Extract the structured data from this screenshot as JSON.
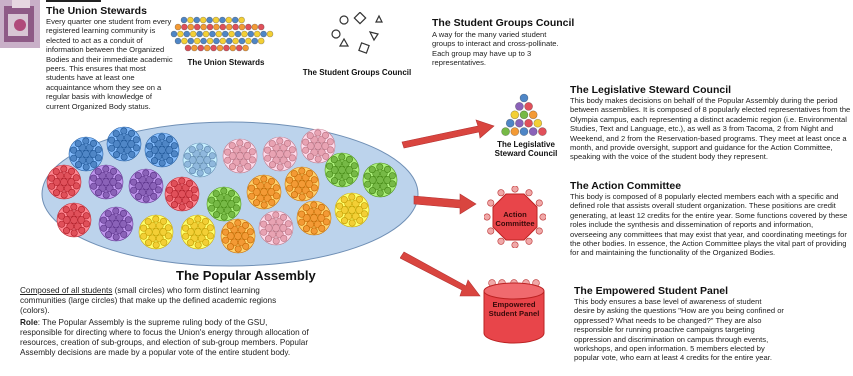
{
  "union_stewards": {
    "title": "The Union Stewards",
    "body": "Every quarter one student from every registered learning community is elected to act as a conduit of information between the Organized Bodies and their immediate academic peers. This ensures that most students have at least one acquaintance whom they see on a regular basis with knowledge of current Organized Body status.",
    "icon_label": "The Union Stewards"
  },
  "student_groups_council": {
    "title": "The Student Groups Council",
    "body": "A way for the many varied student groups to interact and cross-pollinate. Each group may have up to 3 representatives.",
    "icon_label": "The Student Groups Council"
  },
  "legislative_steward_council": {
    "title": "The Legislative Steward Council",
    "body": "This body makes decisions on behalf of the Popular Assembly during the period between assemblies. It is composed of 8 popularly elected representatives from the Olympia campus, each representing a distinct academic region (i.e. Environmental Studies, Text and Language, etc.), as well as 3 from Tacoma, 2 from Night and Weekend, and 2 from the Reservation-based programs. They meet at least once a month, and provide oversight, support and guidance for the Action Committee, speaking with the voice of the student body they represent.",
    "icon_label": "The Legislative Steward Council"
  },
  "action_committee": {
    "title": "The Action Committee",
    "body": "This body is composed of 8 popularly elected members each with a specific and defined role that assists overall student organization. These positions are credit generating, at least 12 credits for the entire year. Some functions covered by these roles include the synthesis and dissemination of reports and information, overseeing any committees that may exist that year, and coordinating meetings for the other bodies. In essence, the Action Committee plays the vital part of providing for and maintaining the functionality of the Organized Bodies.",
    "icon_label": "Action Committee"
  },
  "empowered_student_panel": {
    "title": "The Empowered Student Panel",
    "body": "This body ensures a base level of awareness of student desire by asking the questions \"How are you being confined or oppressed? What needs to be changed?\" They are also responsible for running proactive campaigns targeting oppression and discrimination on campus through events, workshops, and open information. 5 members elected by popular vote, who earn at least 4 credits for the entire year.",
    "icon_label": "Empowered Student Panel"
  },
  "popular_assembly": {
    "title": "The Popular Assembly",
    "composed_lead": "Composed of all students",
    "composed_rest": " (small circles) who form distinct learning communities (large circles) that make up the defined academic regions (colors).",
    "role_lead": "Role",
    "role_rest": ": The Popular Assembly is the supreme ruling body of the GSU, responsible for directing where to focus the Union's energy through allocation of resources, creation of sub-groups, and election of sub-group members. Popular Assembly decisions are made by a popular vote of the entire student body."
  },
  "colors": {
    "arrow": "#d9453f",
    "ellipse": "#bcd3ec",
    "blue": "#4f86c6",
    "purple": "#8a62b8",
    "red": "#e0505a",
    "pink": "#e8a3b3",
    "yellow": "#f3cf35",
    "green": "#76b946",
    "orange": "#f39a35",
    "lightblue": "#8fb8dd"
  }
}
